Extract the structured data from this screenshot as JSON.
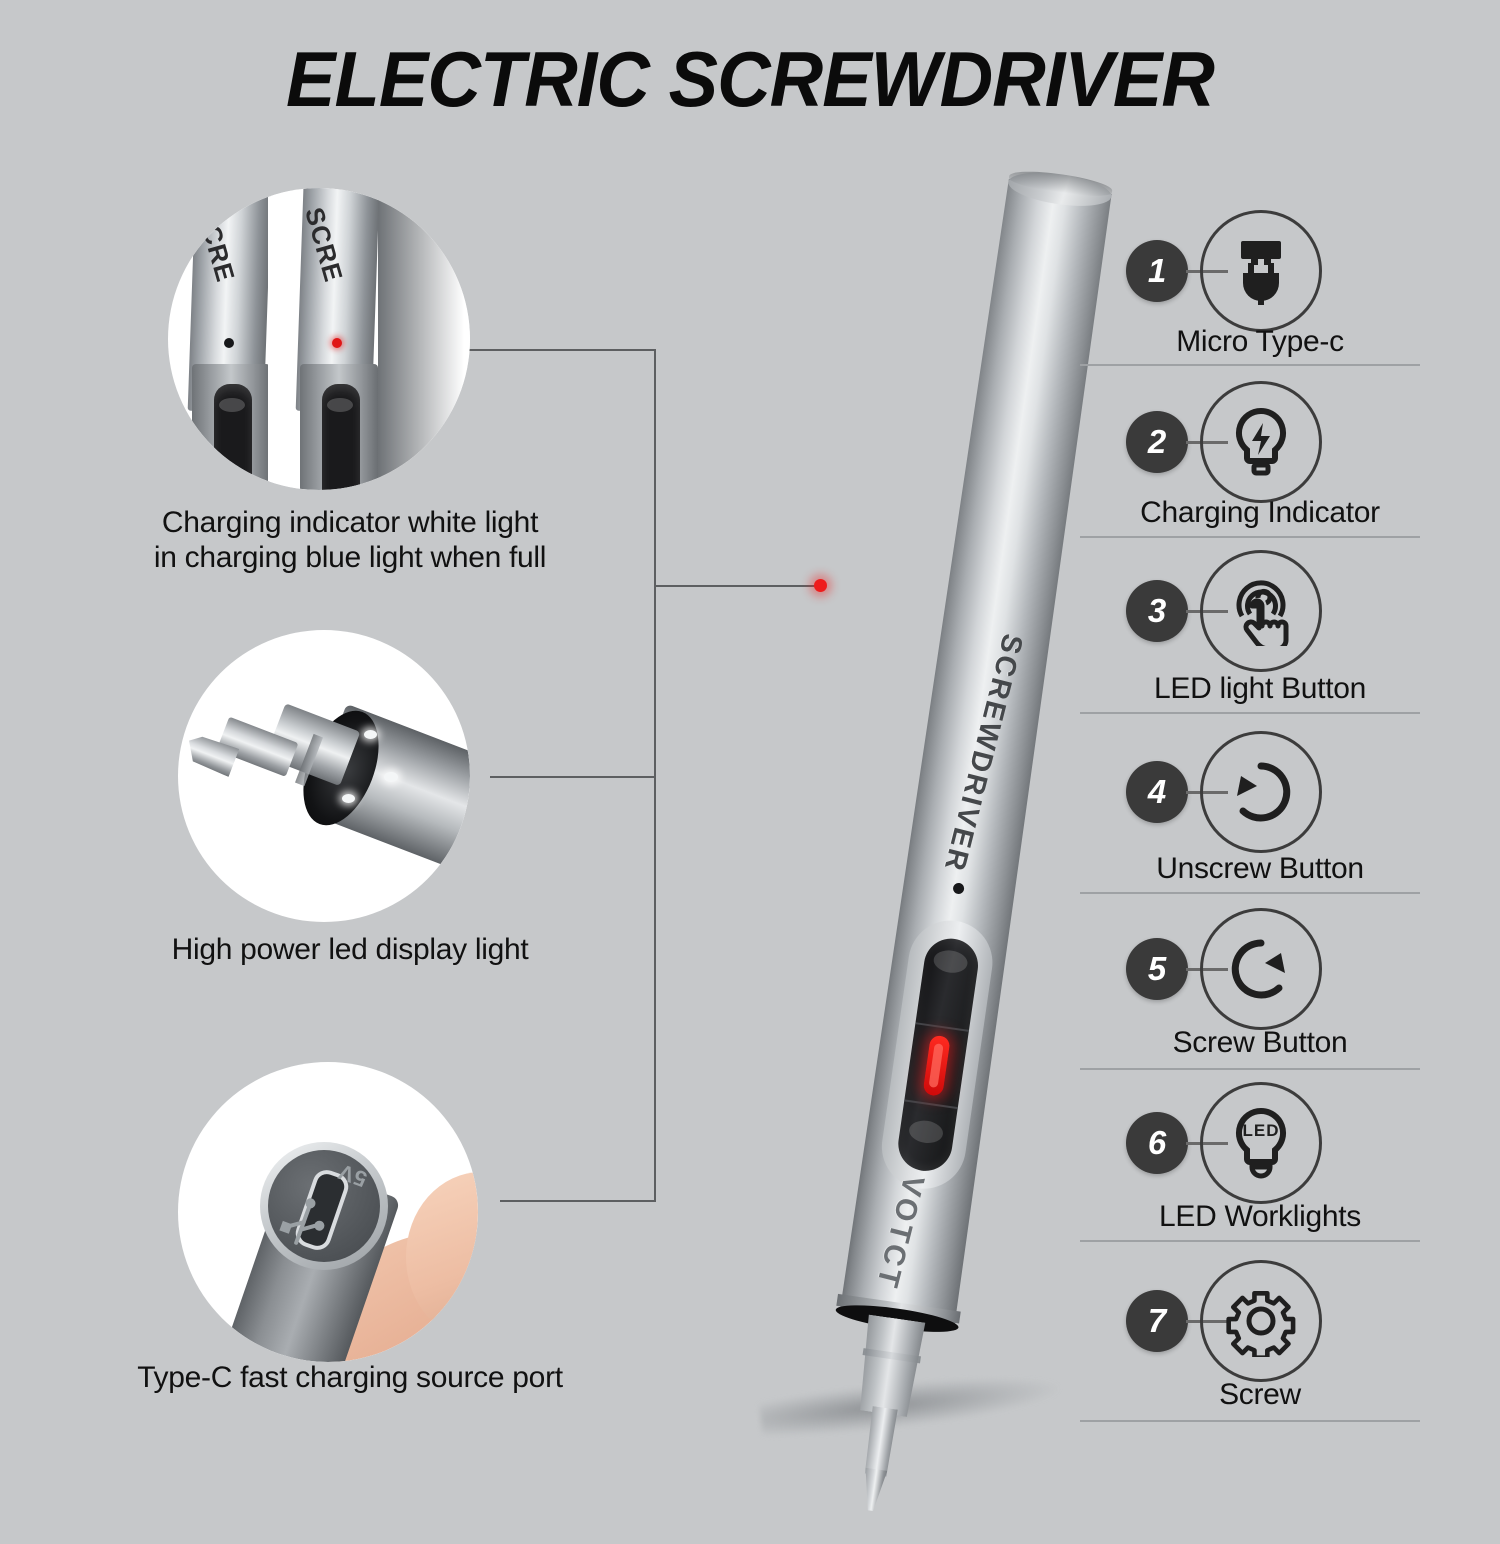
{
  "header": {
    "title": "ELECTRIC SCREWDRIVER"
  },
  "theme": {
    "background": "#c6c8ca",
    "badge_color": "#3a3a3a",
    "badge_text_color": "#ffffff",
    "icon_outline": "#3c3c3c",
    "divider": "#9ea1a4",
    "indicator_red": "#ee1c1c",
    "indicator_dark": "#17181a",
    "text": "#111111"
  },
  "product": {
    "brand_engraving": "VOTCT",
    "body_engraving": "SCREWDRIVER",
    "indicator_dot_color": "#17181a",
    "led_strip_color": "#ff2a20"
  },
  "callouts": [
    {
      "id": "charging-indicator",
      "caption_line_1": "Charging indicator white light",
      "caption_line_2": "in charging blue light when full",
      "inset_label_left": "SCRE",
      "inset_label_right": "SCRE",
      "inset_dot_left_color": "#17181a",
      "inset_dot_right_color": "#e01616"
    },
    {
      "id": "led-display-light",
      "caption_line_1": "High power led display light",
      "caption_line_2": ""
    },
    {
      "id": "type-c-port",
      "caption_line_1": "Type-C fast charging source port",
      "caption_line_2": "",
      "port_marking": "5V"
    }
  ],
  "features": [
    {
      "number": "1",
      "label": "Micro Type-c",
      "icon": "power-plug-icon"
    },
    {
      "number": "2",
      "label": "Charging Indicator",
      "icon": "bulb-bolt-icon"
    },
    {
      "number": "3",
      "label": "LED light Button",
      "icon": "tap-gesture-icon"
    },
    {
      "number": "4",
      "label": "Unscrew Button",
      "icon": "rotate-ccw-icon"
    },
    {
      "number": "5",
      "label": "Screw Button",
      "icon": "rotate-cw-icon"
    },
    {
      "number": "6",
      "label": "LED Worklights",
      "icon": "bulb-led-icon",
      "icon_text": "LED"
    },
    {
      "number": "7",
      "label": "Screw",
      "icon": "gear-icon"
    }
  ]
}
